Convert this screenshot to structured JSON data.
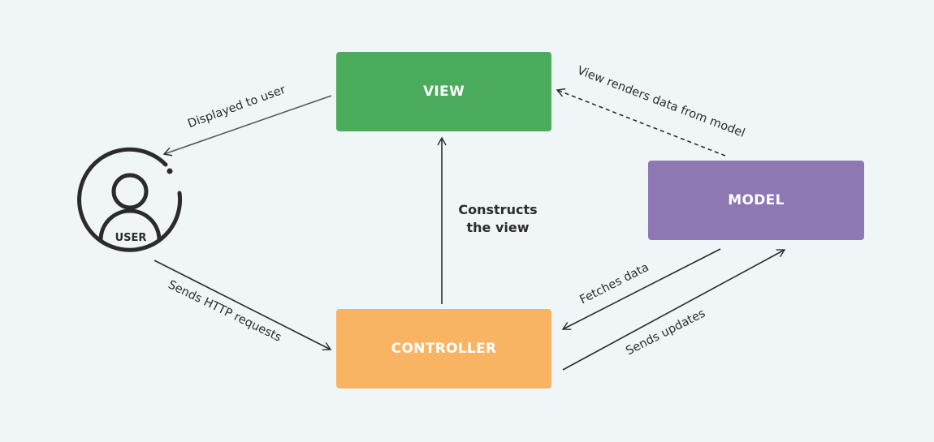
{
  "nodes": {
    "view": {
      "label": "VIEW",
      "color": "#4aab5c"
    },
    "model": {
      "label": "MODEL",
      "color": "#8e78b4"
    },
    "controller": {
      "label": "CONTROLLER",
      "color": "#f8b463"
    },
    "user": {
      "label": "USER",
      "icon": "user-icon"
    }
  },
  "edges": {
    "view_to_user": "Displayed to user",
    "model_to_view": "View renders data from model",
    "user_to_controller": "Sends HTTP requests",
    "controller_to_view": "Constructs the view",
    "model_to_controller": "Fetches data",
    "controller_to_model": "Sends updates"
  },
  "colors": {
    "background": "#f0f5f8",
    "line": "#2b2b2b"
  }
}
